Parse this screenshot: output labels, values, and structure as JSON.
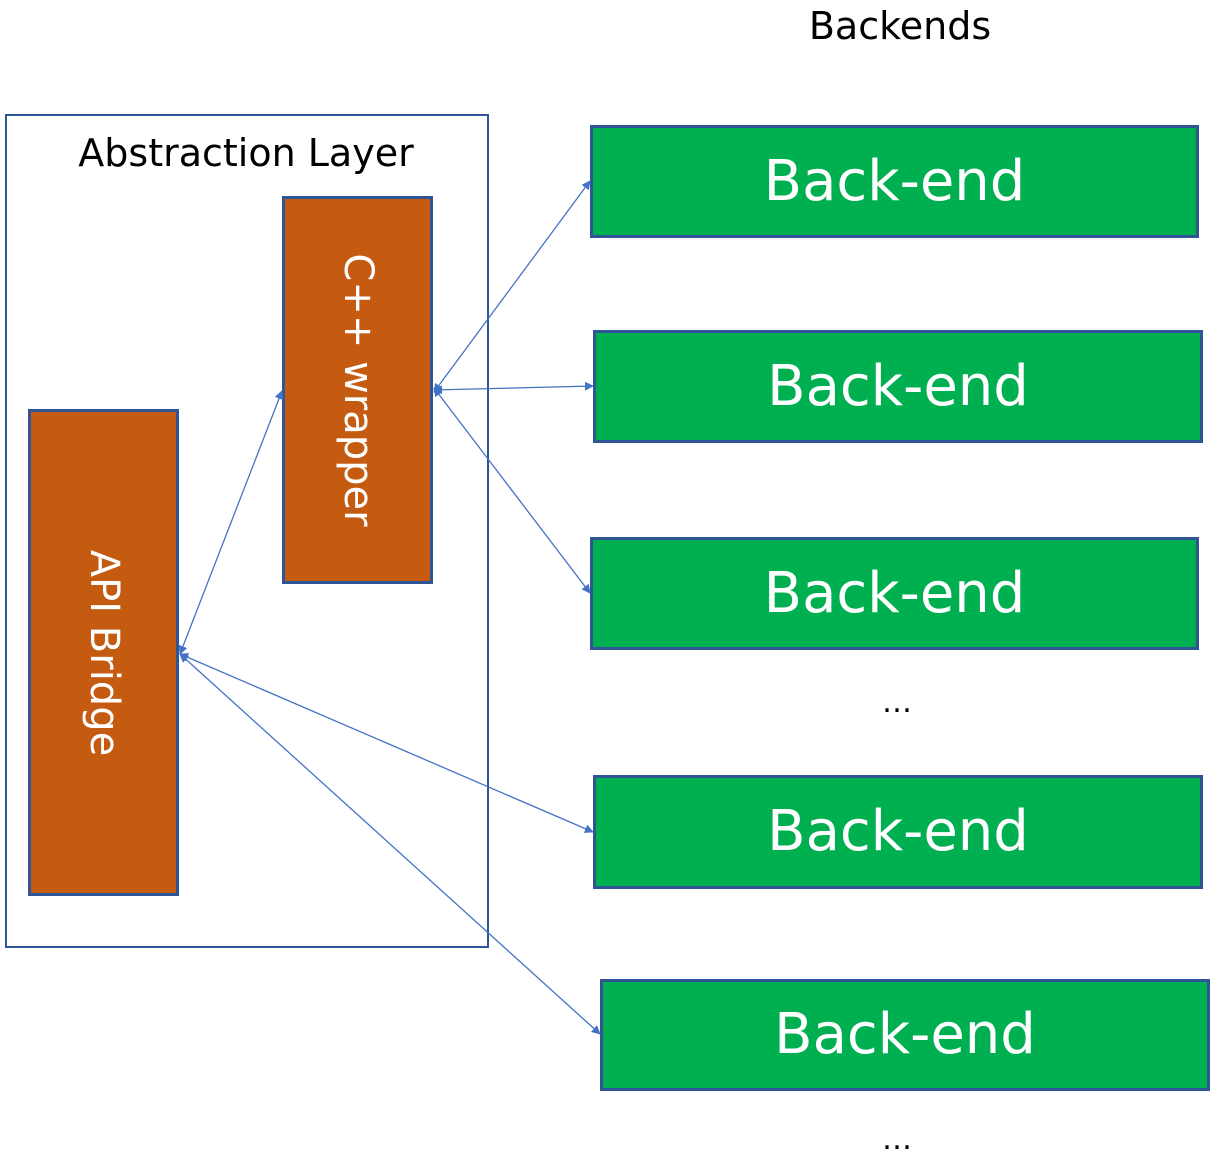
{
  "diagram": {
    "backends_title": "Backends",
    "abstraction_layer": {
      "title": "Abstraction Layer",
      "api_bridge_label": "API Bridge",
      "cpp_wrapper_label": "C++ wrapper"
    },
    "backends": [
      {
        "label": "Back-end"
      },
      {
        "label": "Back-end"
      },
      {
        "label": "Back-end"
      },
      {
        "label": "Back-end"
      },
      {
        "label": "Back-end"
      }
    ],
    "ellipsis": "…",
    "colors": {
      "component_fill": "#C55A11",
      "backend_fill": "#00B050",
      "outline": "#2F5597",
      "connector": "#4472C4"
    }
  }
}
